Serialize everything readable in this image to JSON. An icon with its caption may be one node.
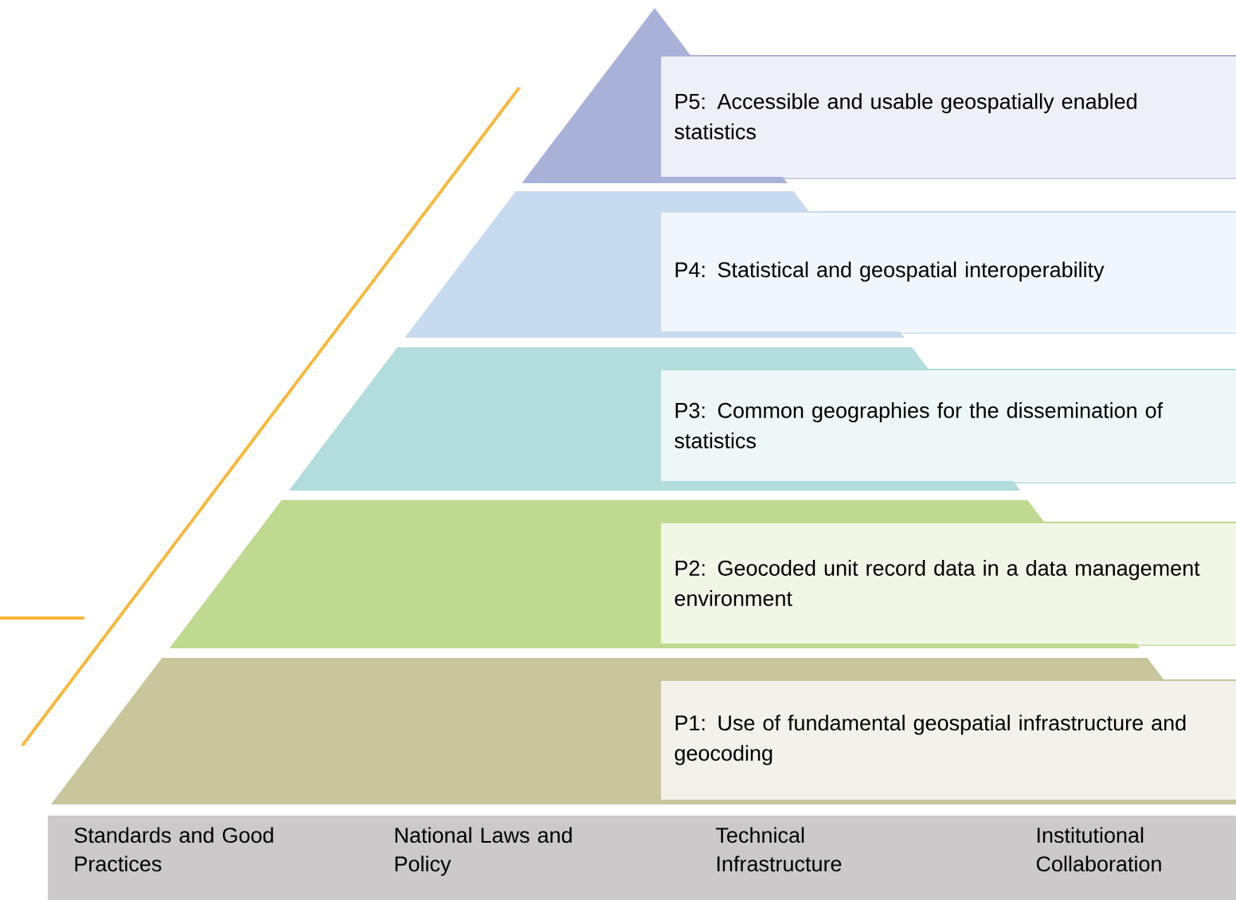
{
  "diagram": {
    "nodes": [
      {
        "text": [
          "P5: Accessible and usable geospatially enabled statistics"
        ]
      },
      {
        "text": [
          "P4: Statistical and geospatial interoperability"
        ]
      },
      {
        "text": [
          "P3: Common geographies for the dissemination of statistics"
        ]
      },
      {
        "text": [
          "P2: Geocoded unit record data in a data management environment"
        ]
      },
      {
        "text": [
          "P1: Use of fundamental geospatial infrastructure and geocoding"
        ]
      },
      {
        "text": [
          "Standards and Good Practices",
          "National Laws and Policy",
          "Technical Infrastructure",
          "Institutional Collaboration"
        ]
      }
    ],
    "edges": []
  }
}
